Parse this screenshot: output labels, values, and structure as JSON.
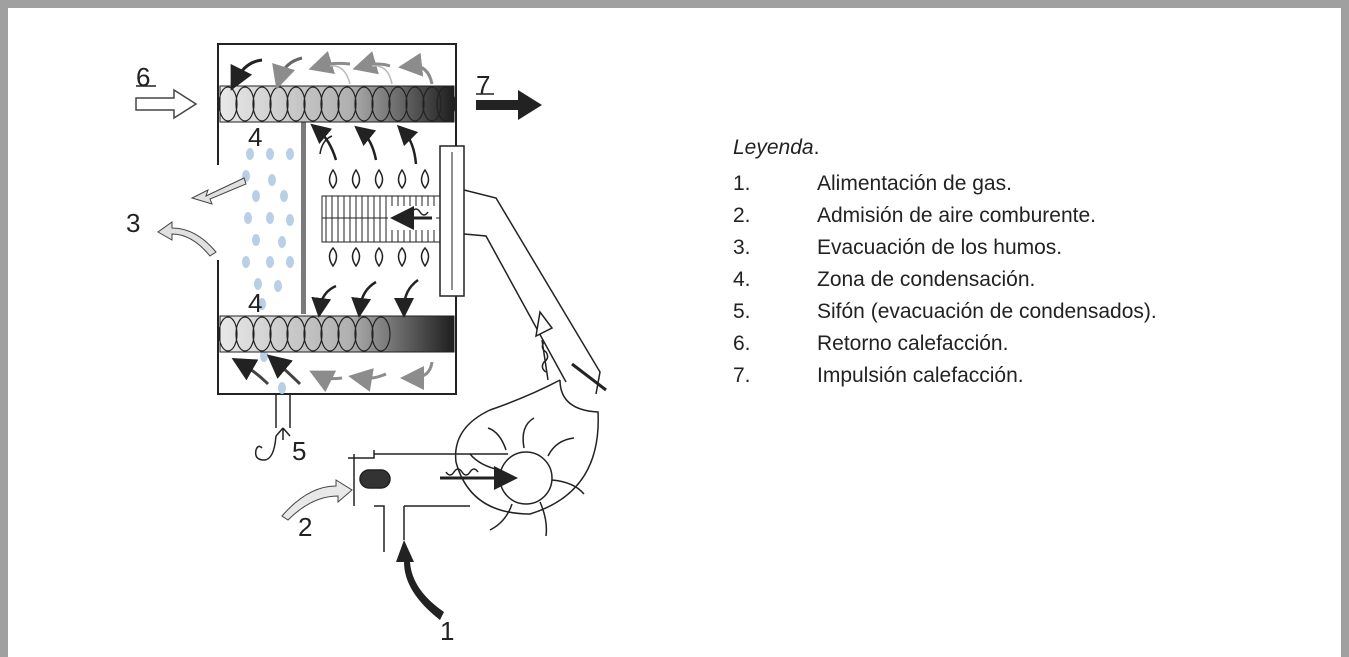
{
  "legend": {
    "title": "Leyenda",
    "title_suffix": ".",
    "items": [
      {
        "num": "1.",
        "text": "Alimentación de gas."
      },
      {
        "num": "2.",
        "text": "Admisión de aire comburente."
      },
      {
        "num": "3.",
        "text": "Evacuación de los humos."
      },
      {
        "num": "4.",
        "text": "Zona de condensación."
      },
      {
        "num": "5.",
        "text": "Sifón (evacuación de condensados)."
      },
      {
        "num": "6.",
        "text": "Retorno calefacción."
      },
      {
        "num": "7.",
        "text": "Impulsión calefacción."
      }
    ]
  },
  "diagram_labels": {
    "n1": "1",
    "n2": "2",
    "n3": "3",
    "n4_top": "4",
    "n4_bottom": "4",
    "n5": "5",
    "n6": "6",
    "n7": "7"
  },
  "colors": {
    "frame": "#a0a0a0",
    "line": "#222222",
    "droplet": "#b8cfe6",
    "pipe_light": "#e6e6e6",
    "pipe_dark": "#222222",
    "arrow_gray": "#8c8c8c"
  }
}
